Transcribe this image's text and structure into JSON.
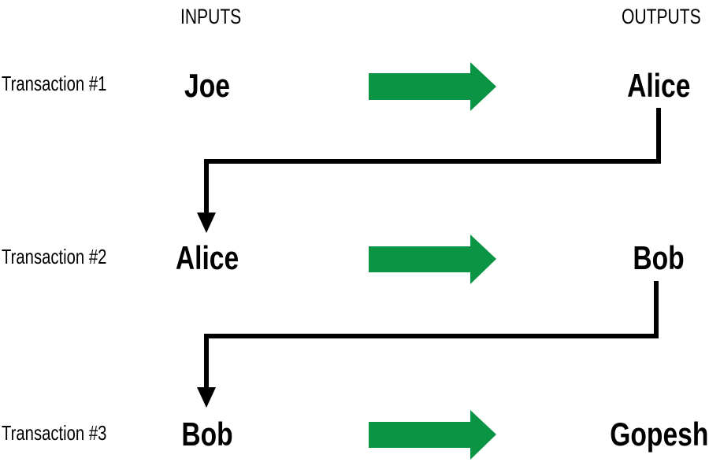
{
  "headers": {
    "inputs": "INPUTS",
    "outputs": "OUTPUTS"
  },
  "transactions": [
    {
      "label": "Transaction #1",
      "input": "Joe",
      "output": "Alice"
    },
    {
      "label": "Transaction #2",
      "input": "Alice",
      "output": "Bob"
    },
    {
      "label": "Transaction #3",
      "input": "Bob",
      "output": "Gopesh"
    }
  ],
  "colors": {
    "flow_arrow": "#0b9444",
    "connector": "#000000",
    "text": "#000000",
    "background": "#ffffff"
  }
}
